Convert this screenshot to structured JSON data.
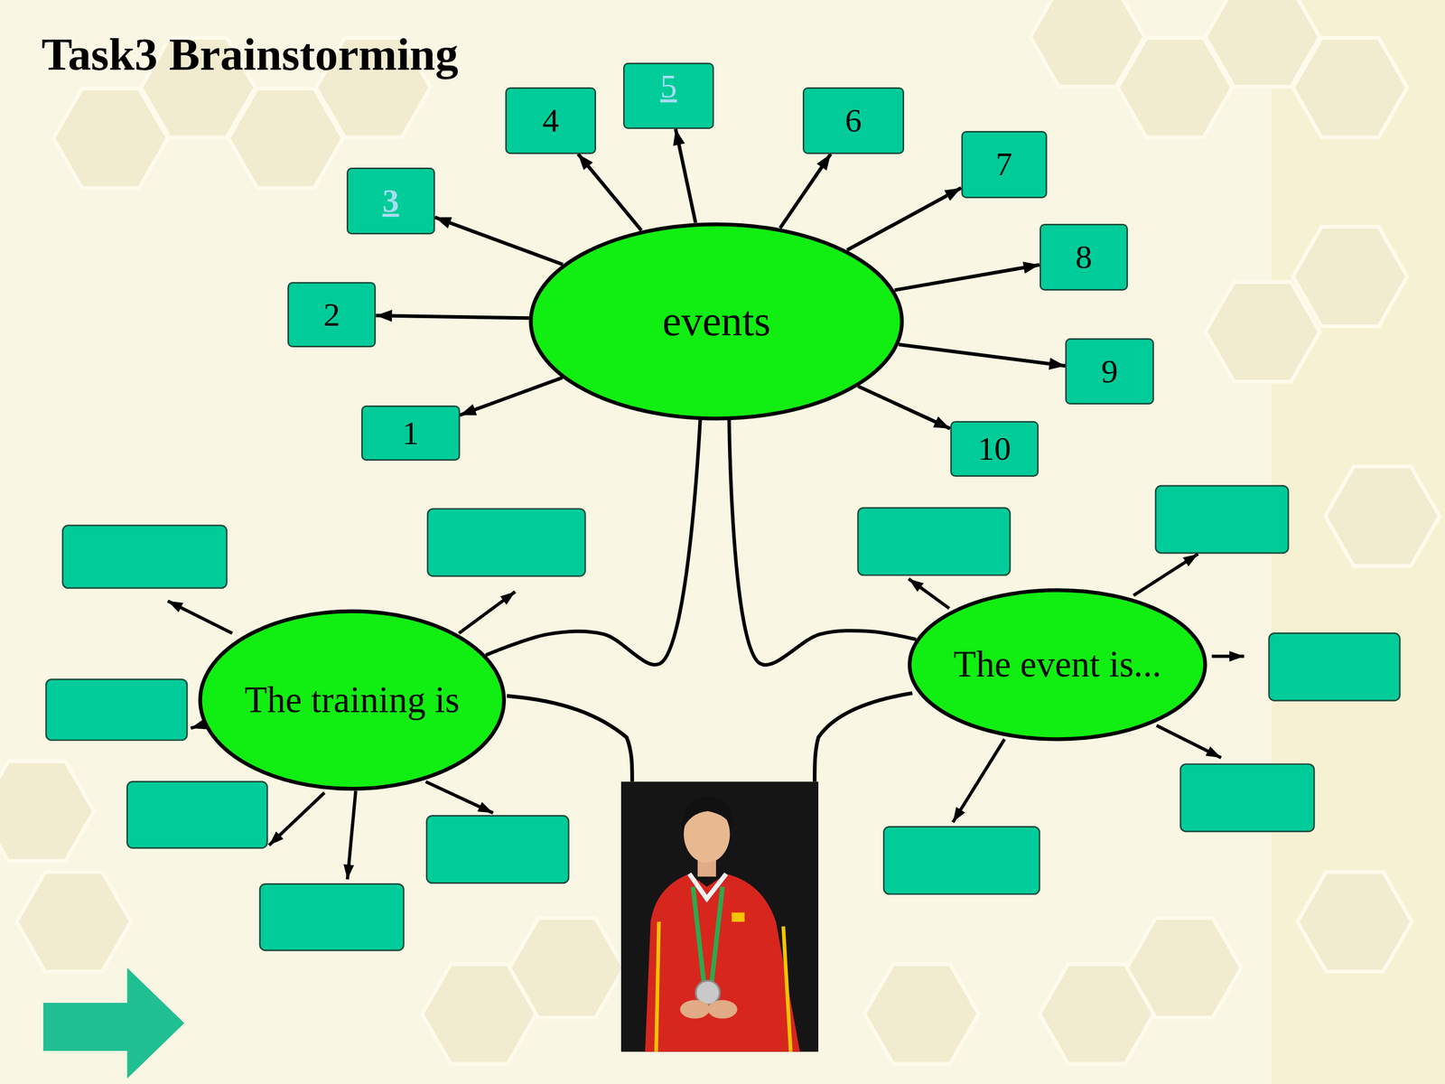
{
  "diagram": {
    "title": "Task3 Brainstorming",
    "nodes": [
      {
        "text": [
          "events"
        ]
      },
      {
        "text": [
          "1"
        ]
      },
      {
        "text": [
          "2"
        ]
      },
      {
        "text": [
          "3"
        ]
      },
      {
        "text": [
          "4"
        ]
      },
      {
        "text": [
          "5"
        ]
      },
      {
        "text": [
          "6"
        ]
      },
      {
        "text": [
          "7"
        ]
      },
      {
        "text": [
          "8"
        ]
      },
      {
        "text": [
          "9"
        ]
      },
      {
        "text": [
          "10"
        ]
      },
      {
        "text": [
          "The training is"
        ]
      },
      {
        "text": [
          "The event is..."
        ]
      }
    ],
    "edges": [
      {
        "from": 0,
        "to": 1,
        "arrow": "to"
      },
      {
        "from": 0,
        "to": 2,
        "arrow": "to"
      },
      {
        "from": 0,
        "to": 3,
        "arrow": "to"
      },
      {
        "from": 0,
        "to": 4,
        "arrow": "to"
      },
      {
        "from": 0,
        "to": 5,
        "arrow": "to"
      },
      {
        "from": 0,
        "to": 6,
        "arrow": "to"
      },
      {
        "from": 0,
        "to": 7,
        "arrow": "to"
      },
      {
        "from": 0,
        "to": 8,
        "arrow": "to"
      },
      {
        "from": 0,
        "to": 9,
        "arrow": "to"
      },
      {
        "from": 0,
        "to": 10,
        "arrow": "to"
      },
      {
        "from": 0,
        "to": 11,
        "arrow": "none"
      },
      {
        "from": 0,
        "to": 12,
        "arrow": "none"
      }
    ]
  }
}
